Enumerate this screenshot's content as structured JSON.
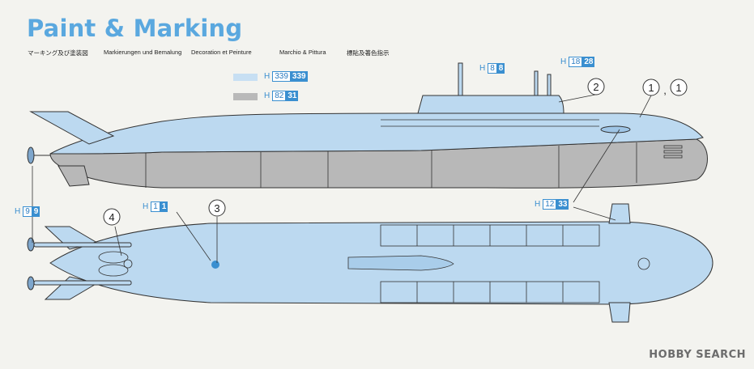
{
  "title": "Paint & Marking",
  "languages": {
    "jp": "マーキング及び塗装図",
    "de": "Markierungen und Bemalung",
    "fr": "Decoration et Peinture",
    "it": "Marchio & Pittura",
    "cn": "標貼及著色指示"
  },
  "legend": [
    {
      "prefix": "H",
      "a": "339",
      "b": "339",
      "color": "#c7dff3"
    },
    {
      "prefix": "H",
      "a": "82",
      "b": "31",
      "color": "#b9b9b9"
    }
  ],
  "callouts": {
    "mast_left": {
      "prefix": "H",
      "a": "8",
      "b": "8"
    },
    "mast_right": {
      "prefix": "H",
      "a": "18",
      "b": "28"
    },
    "prop": {
      "prefix": "H",
      "a": "9",
      "b": "9"
    },
    "deck": {
      "prefix": "H",
      "a": "1",
      "b": "1"
    },
    "fin": {
      "prefix": "H",
      "a": "12",
      "b": "33"
    }
  },
  "markers": {
    "m1": "1",
    "m1b": "1",
    "m1sep": ",",
    "m2": "2",
    "m3": "3",
    "m4": "4"
  },
  "watermark": "HOBBY SEARCH",
  "colors": {
    "hull_blue": "#bcd9f0",
    "hull_gray": "#b8b8b8",
    "accent": "#3a8fd0"
  }
}
